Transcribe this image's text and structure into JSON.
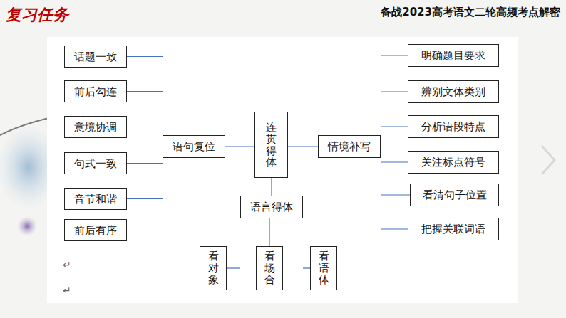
{
  "diagram": {
    "title": "备战2023高考语文二轮高频考点解密",
    "nodes": [
      {
        "text": [
          "话题一致"
        ]
      },
      {
        "text": [
          "前后勾连"
        ]
      },
      {
        "text": [
          "意境协调"
        ]
      },
      {
        "text": [
          "句式一致"
        ]
      },
      {
        "text": [
          "音节和谐"
        ]
      },
      {
        "text": [
          "前后有序"
        ]
      },
      {
        "text": [
          "语句复位"
        ]
      },
      {
        "text": [
          "连贯得体"
        ]
      },
      {
        "text": [
          "情境补写"
        ]
      },
      {
        "text": [
          "明确题目要求"
        ]
      },
      {
        "text": [
          "辨别文体类别"
        ]
      },
      {
        "text": [
          "分析语段特点"
        ]
      },
      {
        "text": [
          "关注标点符号"
        ]
      },
      {
        "text": [
          "看清句子位置"
        ]
      },
      {
        "text": [
          "把握关联词语"
        ]
      },
      {
        "text": [
          "语言得体"
        ]
      },
      {
        "text": [
          "看对象"
        ]
      },
      {
        "text": [
          "看场合"
        ]
      },
      {
        "text": [
          "看语体"
        ]
      }
    ],
    "edges": [
      {
        "from": 7,
        "to": 6,
        "arrow": "none"
      },
      {
        "from": 7,
        "to": 8,
        "arrow": "none"
      },
      {
        "from": 7,
        "to": 15,
        "arrow": "none"
      },
      {
        "from": 6,
        "to": 0,
        "arrow": "none"
      },
      {
        "from": 6,
        "to": 1,
        "arrow": "none"
      },
      {
        "from": 6,
        "to": 2,
        "arrow": "none"
      },
      {
        "from": 6,
        "to": 3,
        "arrow": "none"
      },
      {
        "from": 6,
        "to": 4,
        "arrow": "none"
      },
      {
        "from": 6,
        "to": 5,
        "arrow": "none"
      },
      {
        "from": 8,
        "to": 9,
        "arrow": "none"
      },
      {
        "from": 8,
        "to": 10,
        "arrow": "none"
      },
      {
        "from": 8,
        "to": 11,
        "arrow": "none"
      },
      {
        "from": 8,
        "to": 12,
        "arrow": "none"
      },
      {
        "from": 8,
        "to": 13,
        "arrow": "none"
      },
      {
        "from": 8,
        "to": 14,
        "arrow": "none"
      },
      {
        "from": 15,
        "to": 16,
        "arrow": "none"
      },
      {
        "from": 15,
        "to": 17,
        "arrow": "none"
      },
      {
        "from": 15,
        "to": 18,
        "arrow": "none"
      }
    ],
    "labels": [
      "复习任务",
      "↵",
      "↵"
    ]
  }
}
